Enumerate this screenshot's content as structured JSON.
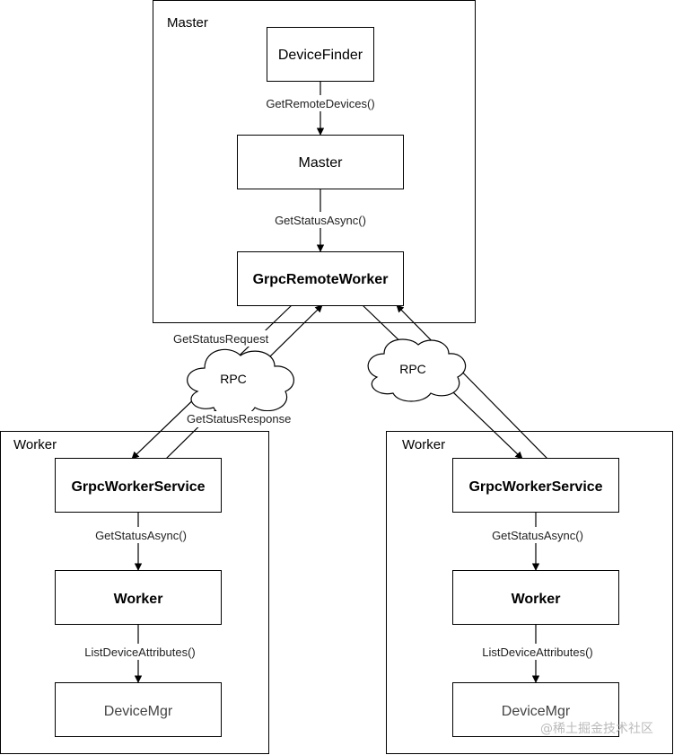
{
  "groups": {
    "master": {
      "title": "Master"
    },
    "worker_left": {
      "title": "Worker"
    },
    "worker_right": {
      "title": "Worker"
    }
  },
  "nodes": {
    "device_finder": "DeviceFinder",
    "master": "Master",
    "grpc_remote_worker": "GrpcRemoteWorker",
    "grpc_worker_service_left": "GrpcWorkerService",
    "worker_left": "Worker",
    "device_mgr_left": "DeviceMgr",
    "grpc_worker_service_right": "GrpcWorkerService",
    "worker_right": "Worker",
    "device_mgr_right": "DeviceMgr"
  },
  "edges": {
    "get_remote_devices": "GetRemoteDevices()",
    "get_status_async_master": "GetStatusAsync()",
    "get_status_request": "GetStatusRequest",
    "get_status_response": "GetStatusResponse",
    "get_status_async_left": "GetStatusAsync()",
    "list_device_attributes_left": "ListDeviceAttributes()",
    "get_status_async_right": "GetStatusAsync()",
    "list_device_attributes_right": "ListDeviceAttributes()"
  },
  "clouds": {
    "left": "RPC",
    "right": "RPC"
  },
  "watermark": "@稀土掘金技术社区"
}
